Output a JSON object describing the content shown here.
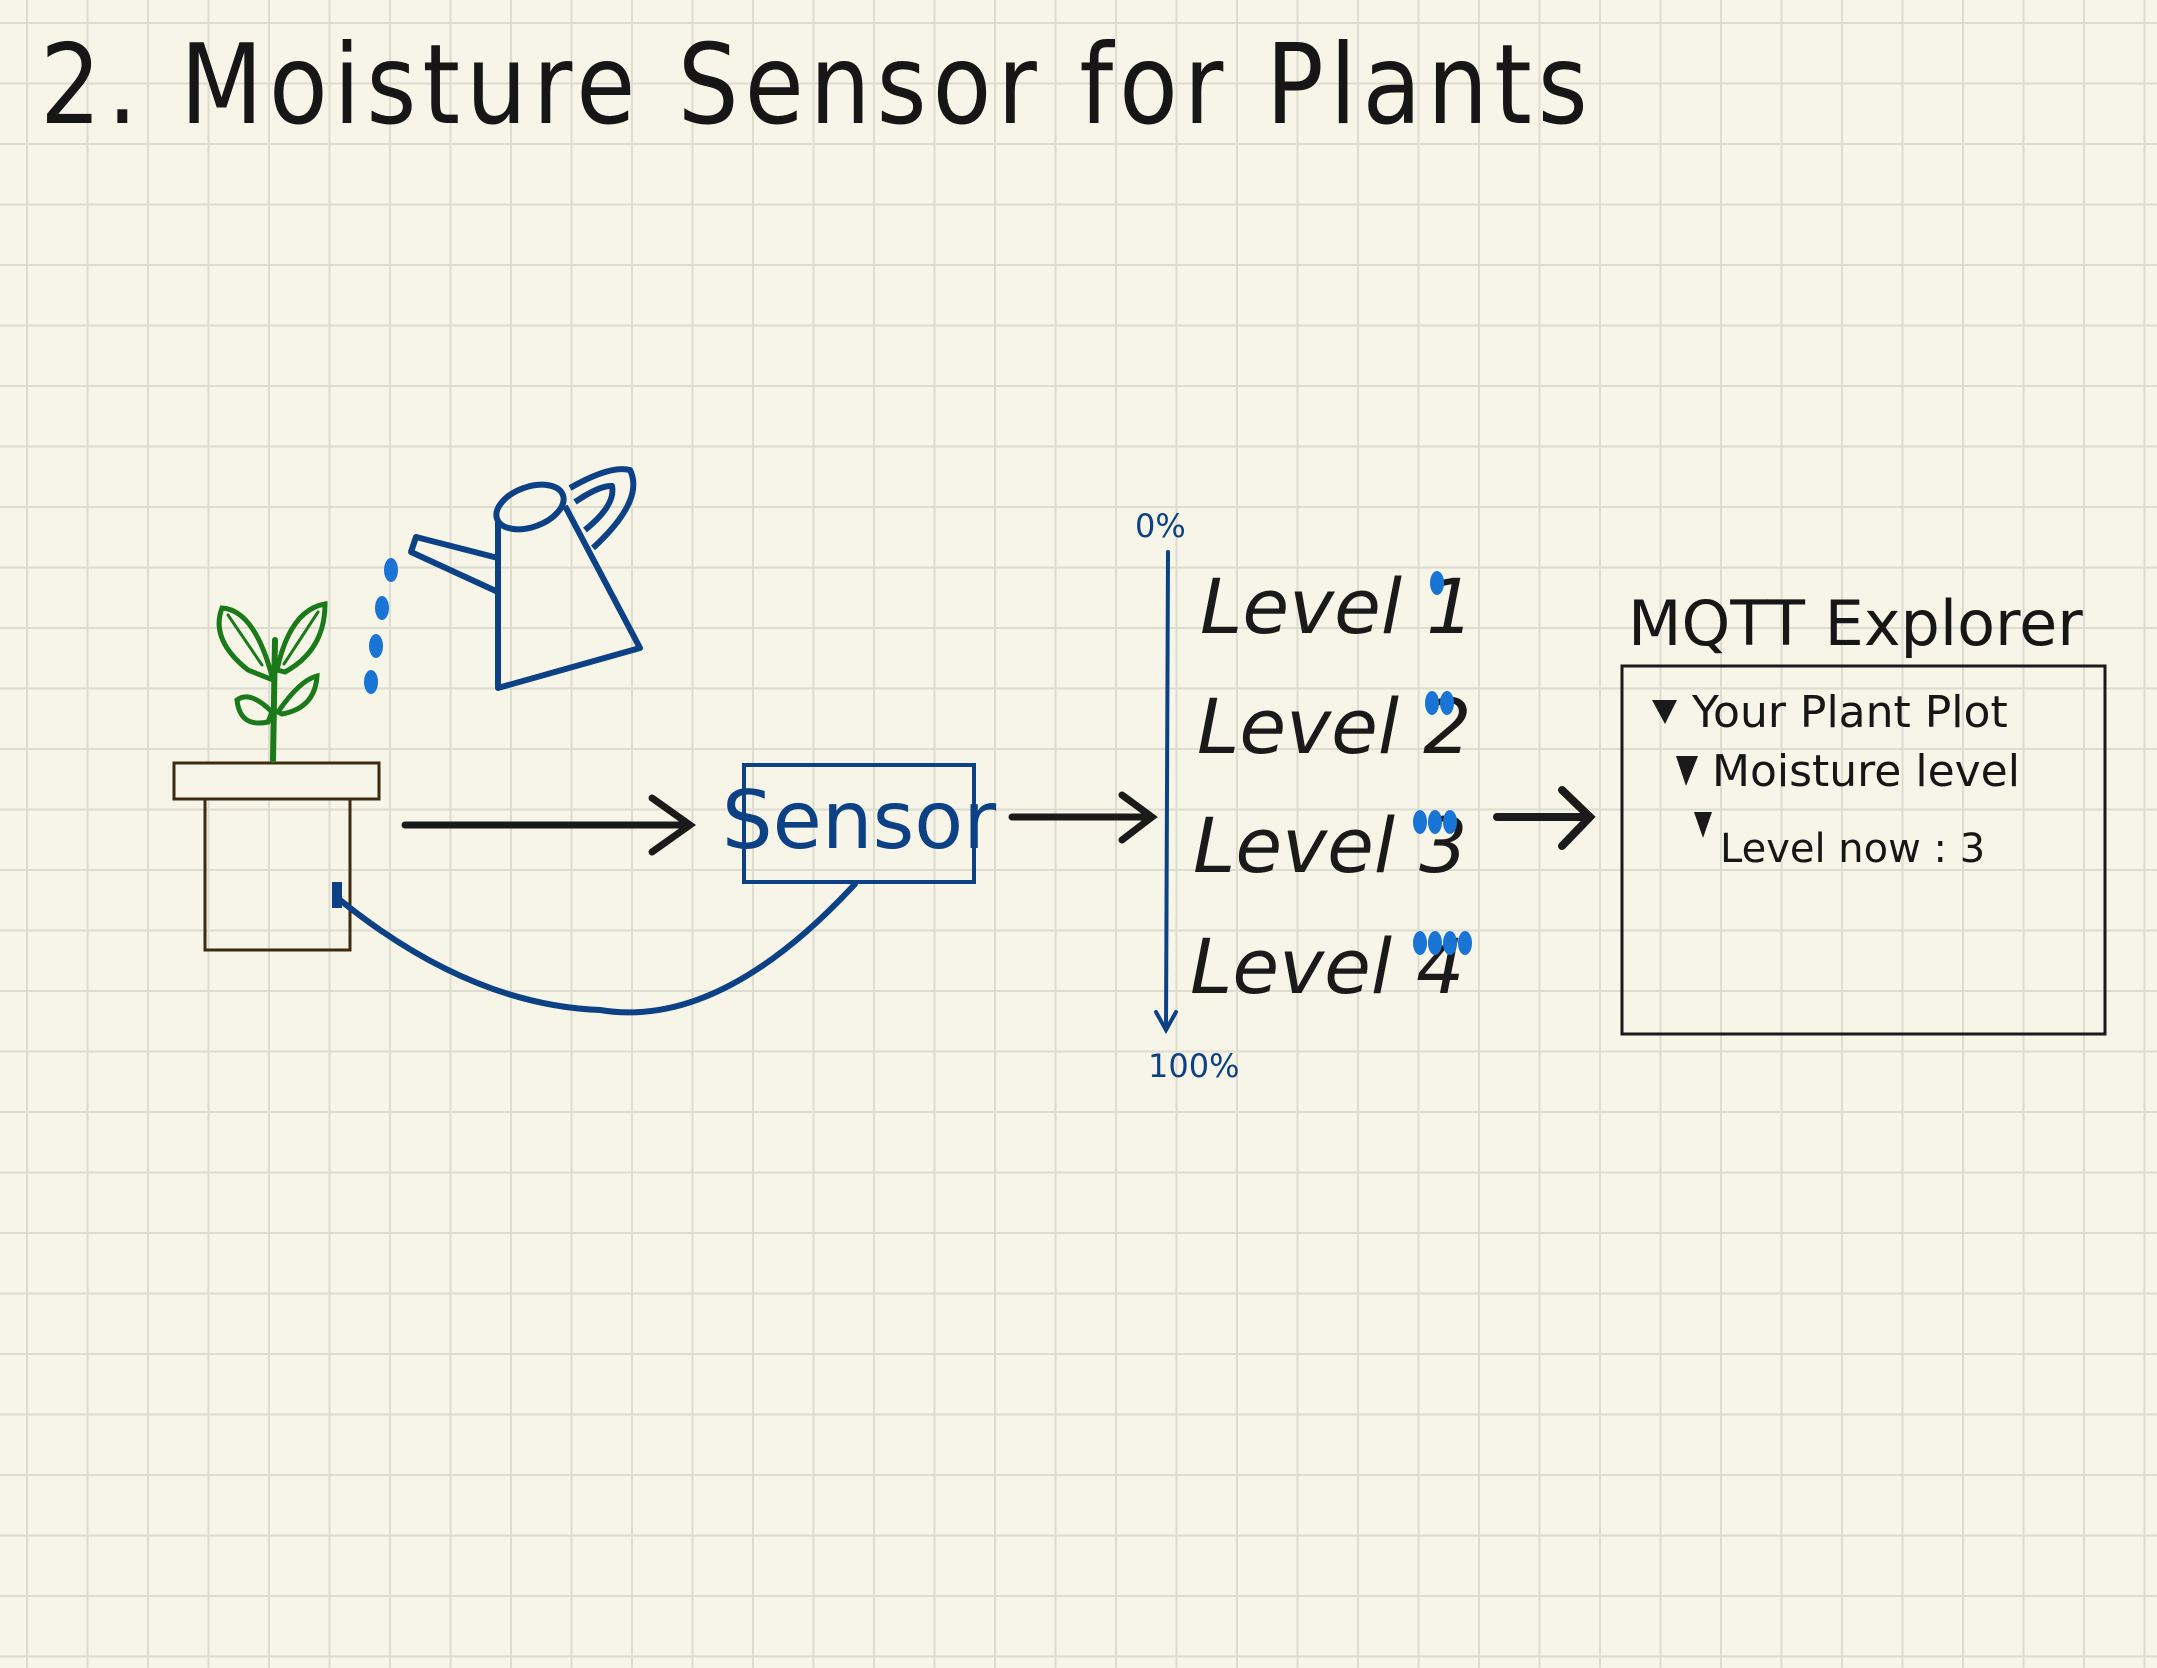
{
  "title": "2. Moisture Sensor for Plants",
  "sensor": {
    "label": "Sensor"
  },
  "scale": {
    "top_label": "0%",
    "bottom_label": "100%"
  },
  "levels": [
    {
      "label": "Level 1",
      "drops": 1
    },
    {
      "label": "Level 2",
      "drops": 2
    },
    {
      "label": "Level 3",
      "drops": 3
    },
    {
      "label": "Level 4",
      "drops": 4
    }
  ],
  "mqtt": {
    "title": "MQTT Explorer",
    "tree": {
      "root": "Your Plant Plot",
      "child": "Moisture level",
      "leaf": "Level now : 3"
    }
  },
  "colors": {
    "ink": "#161616",
    "blue": "#0d4185",
    "water": "#1a74d6",
    "plant": "#1a7a1a",
    "pot": "#3d2a10",
    "paper": "#f7f5e8"
  },
  "icons": [
    "plant-pot-icon",
    "watering-can-icon",
    "water-drop-icon",
    "triangle-down-icon"
  ]
}
